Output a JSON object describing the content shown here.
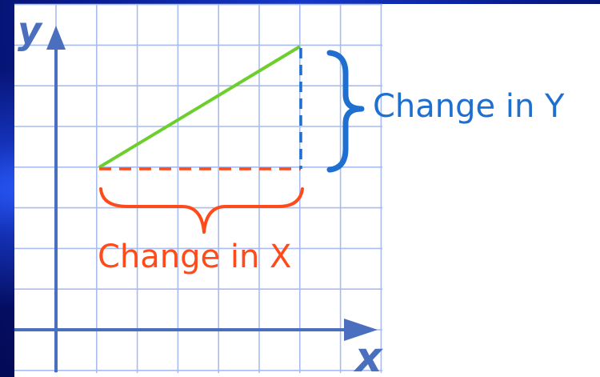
{
  "labels": {
    "y_axis": "y",
    "x_axis": "x",
    "change_y": "Change in Y",
    "change_x": "Change in X"
  },
  "colors": {
    "grid": "#a9bcf0",
    "axis": "#4a6fbf",
    "slope_line": "#6ccf2e",
    "change_x": "#ff4a1a",
    "change_y": "#1f6fd1",
    "background": "#0a1a8c",
    "panel": "#ffffff"
  }
}
